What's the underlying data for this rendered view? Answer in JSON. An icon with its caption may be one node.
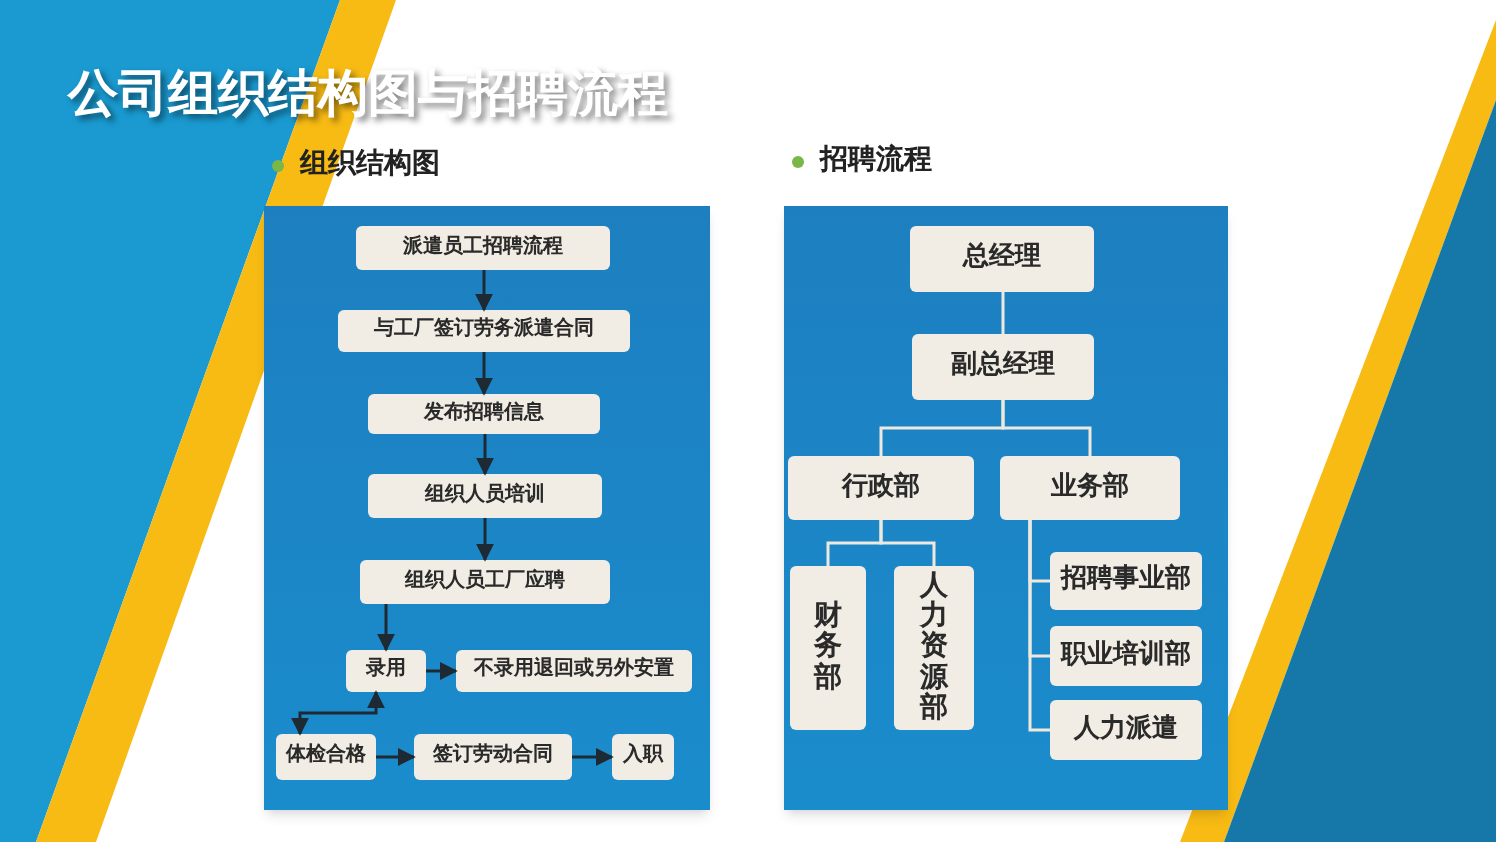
{
  "diagram": {
    "title": "公司组织结构图与招聘流程",
    "nodes": [
      {
        "text": [
          "组织结构图"
        ]
      },
      {
        "text": [
          "派遣员工招聘流程"
        ],
        "in": 0
      },
      {
        "text": [
          "与工厂签订劳务派遣合同"
        ],
        "in": 0
      },
      {
        "text": [
          "发布招聘信息"
        ],
        "in": 0
      },
      {
        "text": [
          "组织人员培训"
        ],
        "in": 0
      },
      {
        "text": [
          "组织人员工厂应聘"
        ],
        "in": 0
      },
      {
        "text": [
          "录用"
        ],
        "in": 0
      },
      {
        "text": [
          "不录用退回或另外安置"
        ],
        "in": 0
      },
      {
        "text": [
          "体检合格"
        ],
        "in": 0
      },
      {
        "text": [
          "签订劳动合同"
        ],
        "in": 0
      },
      {
        "text": [
          "入职"
        ],
        "in": 0
      },
      {
        "text": [
          "招聘流程"
        ]
      },
      {
        "text": [
          "总经理"
        ],
        "in": 11
      },
      {
        "text": [
          "副总经理"
        ],
        "in": 11
      },
      {
        "text": [
          "行政部"
        ],
        "in": 11
      },
      {
        "text": [
          "业务部"
        ],
        "in": 11
      },
      {
        "text": [
          "财务部"
        ],
        "in": 11
      },
      {
        "text": [
          "人力资源部"
        ],
        "in": 11
      },
      {
        "text": [
          "招聘事业部"
        ],
        "in": 11
      },
      {
        "text": [
          "职业培训部"
        ],
        "in": 11
      },
      {
        "text": [
          "人力派遣"
        ],
        "in": 11
      }
    ],
    "edges": [
      {
        "from": 1,
        "to": 2,
        "arrow": "to"
      },
      {
        "from": 2,
        "to": 3,
        "arrow": "to"
      },
      {
        "from": 3,
        "to": 4,
        "arrow": "to"
      },
      {
        "from": 4,
        "to": 5,
        "arrow": "to"
      },
      {
        "from": 5,
        "to": 6,
        "arrow": "to"
      },
      {
        "from": 6,
        "to": 7,
        "arrow": "to"
      },
      {
        "from": 6,
        "to": 8,
        "arrow": "both"
      },
      {
        "from": 8,
        "to": 9,
        "arrow": "to"
      },
      {
        "from": 9,
        "to": 10,
        "arrow": "to"
      },
      {
        "from": 12,
        "to": 13,
        "arrow": "none",
        "color": "#eee9de"
      },
      {
        "from": 13,
        "to": 14,
        "arrow": "none",
        "color": "#eee9de"
      },
      {
        "from": 13,
        "to": 15,
        "arrow": "none",
        "color": "#eee9de"
      },
      {
        "from": 14,
        "to": 16,
        "arrow": "none",
        "color": "#eee9de"
      },
      {
        "from": 14,
        "to": 17,
        "arrow": "none",
        "color": "#eee9de"
      },
      {
        "from": 15,
        "to": 18,
        "arrow": "none",
        "color": "#eee9de"
      },
      {
        "from": 15,
        "to": 19,
        "arrow": "none",
        "color": "#eee9de"
      },
      {
        "from": 15,
        "to": 20,
        "arrow": "none",
        "color": "#eee9de"
      }
    ]
  }
}
